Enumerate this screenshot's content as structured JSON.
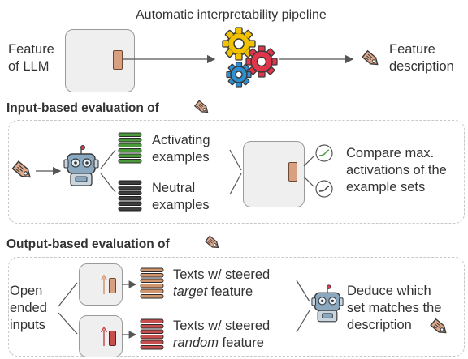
{
  "pipeline": {
    "title": "Automatic interpretability pipeline",
    "feature_label_line1": "Feature",
    "feature_label_line2": "of LLM",
    "description_line1": "Feature",
    "description_line2": "description"
  },
  "input_eval": {
    "title": "Input-based evaluation of",
    "activating_line1": "Activating",
    "activating_line2": "examples",
    "neutral_line1": "Neutral",
    "neutral_line2": "examples",
    "compare_line1": "Compare max.",
    "compare_line2": "activations of the",
    "compare_line3": "example sets"
  },
  "output_eval": {
    "title": "Output-based evaluation of",
    "inputs_line1": "Open",
    "inputs_line2": "ended",
    "inputs_line3": "inputs",
    "target_line1": "Texts w/ steered",
    "target_line2_em": "target",
    "target_line2_rest": " feature",
    "random_line1": "Texts w/ steered",
    "random_line2_em": "random",
    "random_line2_rest": " feature",
    "deduce_line1": "Deduce which",
    "deduce_line2": "set matches the",
    "deduce_line3": "description"
  },
  "colors": {
    "feature_accent": "#c9916a",
    "activating_green": "#4a9a3c",
    "neutral_dark": "#3e3e3e",
    "target_orange": "#d3966c",
    "random_red": "#c84d4d",
    "gear_yellow": "#f2c200",
    "gear_red": "#e0354a",
    "gear_blue": "#2f8fd3",
    "tag_fill": "#e0a98a"
  },
  "icons": [
    "llm-feature-box",
    "gears-icon",
    "tag-icon",
    "robot-icon",
    "checkmark-icon"
  ]
}
